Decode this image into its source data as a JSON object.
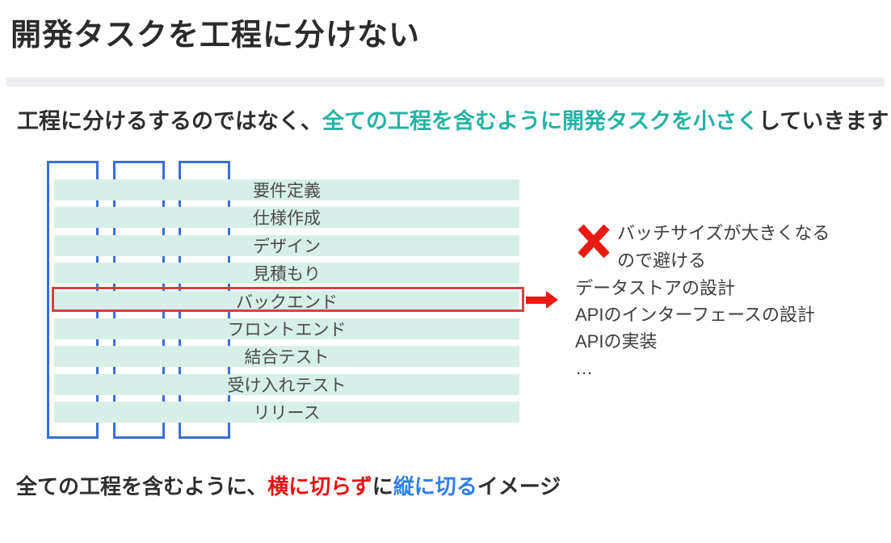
{
  "title": "開発タスクを工程に分けない",
  "subtitle": {
    "part1": "工程に分けるするのではなく、",
    "highlight": "全ての工程を含むように開発タスクを小さく",
    "part2": "していきます",
    "highlight_color": "#24b3a5"
  },
  "process": {
    "rows": [
      "要件定義",
      "仕様作成",
      "デザイン",
      "見積もり",
      "バックエンド",
      "フロントエンド",
      "結合テスト",
      "受け入れテスト",
      "リリース"
    ],
    "highlighted_row": "バックエンド",
    "bar_color": "#d7efe9",
    "column_border_color": "#3a6ed8",
    "highlight_border_color": "#d0453e"
  },
  "annotation": {
    "avoid_lines": [
      "バッチサイズが大きくなる",
      "ので避ける"
    ],
    "details": [
      "データストアの設計",
      "APIのインターフェースの設計",
      "APIの実装",
      "…"
    ],
    "x_icon_color": "#e81a14",
    "arrow_color": "#e81a14"
  },
  "footer": {
    "part1": "全ての工程を含むように、",
    "red_part": "横に切らず",
    "mid": "に",
    "blue_part": "縦に切る",
    "tail": "イメージ",
    "red_color": "#e81313",
    "blue_color": "#2f7ded"
  }
}
